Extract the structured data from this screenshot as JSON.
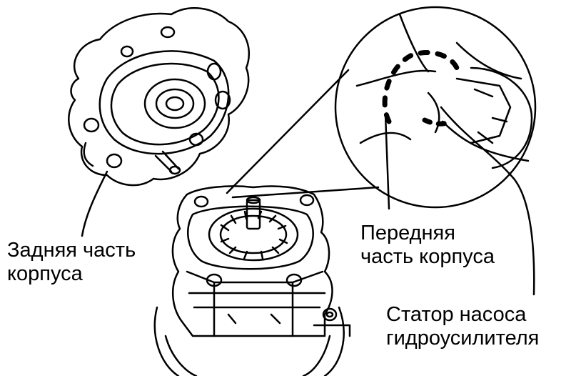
{
  "labels": {
    "rear_housing": {
      "line1": "Задняя часть",
      "line2": "корпуса"
    },
    "front_housing": {
      "line1": "Передняя",
      "line2": "часть корпуса"
    },
    "pump_stator": {
      "line1": "Статор насоса",
      "line2": "гидроусилителя"
    }
  },
  "colors": {
    "ink": "#000000",
    "background": "#ffffff"
  }
}
